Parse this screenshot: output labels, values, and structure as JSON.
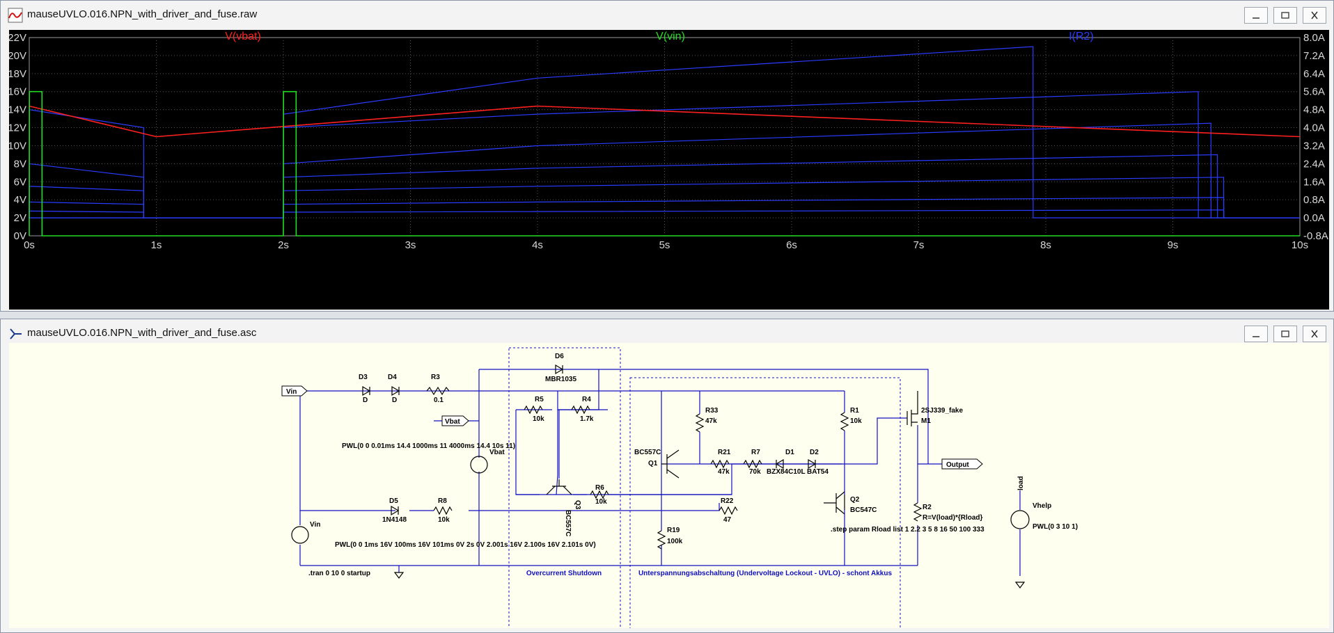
{
  "windows": {
    "waveform": {
      "title": "mauseUVLO.016.NPN_with_driver_and_fuse.raw"
    },
    "schematic": {
      "title": "mauseUVLO.016.NPN_with_driver_and_fuse.asc"
    }
  },
  "traces": [
    {
      "name": "V(vbat)",
      "color": "#ff2020"
    },
    {
      "name": "V(vin)",
      "color": "#22dd22"
    },
    {
      "name": "I(R2)",
      "color": "#2a3cff"
    }
  ],
  "colors": {
    "plot_bg": "#000000",
    "schematic_bg": "#fffff0",
    "wire": "#1010c0"
  },
  "chart_data": {
    "type": "line",
    "x_ticks": [
      "0s",
      "1s",
      "2s",
      "3s",
      "4s",
      "5s",
      "6s",
      "7s",
      "8s",
      "9s",
      "10s"
    ],
    "y_left_ticks": [
      "22V",
      "20V",
      "18V",
      "16V",
      "14V",
      "12V",
      "10V",
      "8V",
      "6V",
      "4V",
      "2V",
      "0V"
    ],
    "y_right_ticks": [
      "8.0A",
      "7.2A",
      "6.4A",
      "5.6A",
      "4.8A",
      "4.0A",
      "3.2A",
      "2.4A",
      "1.6A",
      "0.8A",
      "0.0A",
      "-0.8A"
    ],
    "xlim": [
      0,
      10
    ],
    "ylim_left": [
      0,
      22
    ],
    "ylim_right": [
      -0.8,
      8.0
    ],
    "grid": true,
    "series": [
      {
        "name": "V(vbat)",
        "axis": "left",
        "x": [
          0,
          1,
          4,
          10
        ],
        "y": [
          14.4,
          11,
          14.4,
          11
        ]
      },
      {
        "name": "V(vin)",
        "axis": "left",
        "x": [
          0,
          0.001,
          0.1,
          0.101,
          2,
          2.001,
          2.1,
          2.101,
          10
        ],
        "y": [
          0,
          16,
          16,
          0,
          0,
          16,
          16,
          0,
          0
        ]
      },
      {
        "name": "I(R2) Rload=1",
        "axis": "right",
        "x": [
          0,
          2,
          2.001,
          4,
          7.9,
          7.901,
          10
        ],
        "y": [
          0,
          0,
          4.6,
          6.2,
          7.6,
          0,
          0
        ]
      },
      {
        "name": "I(R2) Rload=2.2",
        "axis": "right",
        "x": [
          0,
          0.001,
          0.9,
          0.901,
          2,
          2.001,
          4,
          9.2,
          9.201,
          10
        ],
        "y": [
          0,
          4.8,
          4.0,
          0,
          0,
          4.0,
          4.6,
          5.6,
          0,
          0
        ]
      },
      {
        "name": "I(R2) Rload=3",
        "axis": "right",
        "x": [
          0,
          2,
          2.001,
          4,
          9.3,
          9.301,
          10
        ],
        "y": [
          0,
          0,
          2.4,
          3.2,
          4.2,
          0,
          0
        ]
      },
      {
        "name": "I(R2) Rload=5",
        "axis": "right",
        "x": [
          0,
          0.001,
          0.9,
          0.901,
          2,
          2.001,
          4,
          9.35,
          9.351,
          10
        ],
        "y": [
          0,
          2.4,
          1.8,
          0,
          0,
          1.8,
          2.2,
          2.8,
          0,
          0
        ]
      },
      {
        "name": "I(R2) Rload=8",
        "axis": "right",
        "x": [
          0,
          0.001,
          0.9,
          0.901,
          2,
          2.001,
          4,
          9.4,
          9.401,
          10
        ],
        "y": [
          0,
          1.4,
          1.2,
          0,
          0,
          1.2,
          1.4,
          1.8,
          0,
          0
        ]
      },
      {
        "name": "I(R2) Rload=16",
        "axis": "right",
        "x": [
          0,
          0.001,
          0.9,
          0.901,
          2,
          2.001,
          4,
          9.4,
          9.401,
          10
        ],
        "y": [
          0,
          0.7,
          0.6,
          0,
          0,
          0.6,
          0.7,
          0.9,
          0,
          0
        ]
      },
      {
        "name": "I(R2) Rload=50",
        "axis": "right",
        "x": [
          0,
          0.001,
          0.9,
          0.901,
          2,
          2.001,
          9.4,
          9.401,
          10
        ],
        "y": [
          0,
          0.3,
          0.25,
          0,
          0,
          0.25,
          0.35,
          0,
          0
        ]
      }
    ]
  },
  "schematic": {
    "ports": {
      "vin": "Vin",
      "vbat": "Vbat",
      "output": "Output",
      "load": "load"
    },
    "labels": [
      {
        "id": "d3",
        "text": "D3"
      },
      {
        "id": "d3v",
        "text": "D"
      },
      {
        "id": "d4",
        "text": "D4"
      },
      {
        "id": "d4v",
        "text": "D"
      },
      {
        "id": "r3",
        "text": "R3"
      },
      {
        "id": "r3v",
        "text": "0.1"
      },
      {
        "id": "d6",
        "text": "D6"
      },
      {
        "id": "d6v",
        "text": "MBR1035"
      },
      {
        "id": "r5",
        "text": "R5"
      },
      {
        "id": "r5v",
        "text": "10k"
      },
      {
        "id": "r4",
        "text": "R4"
      },
      {
        "id": "r4v",
        "text": "1.7k"
      },
      {
        "id": "r33",
        "text": "R33"
      },
      {
        "id": "r33v",
        "text": "47k"
      },
      {
        "id": "r1",
        "text": "R1"
      },
      {
        "id": "r1v",
        "text": "10k"
      },
      {
        "id": "m1m",
        "text": "2SJ339_fake"
      },
      {
        "id": "m1",
        "text": "M1"
      },
      {
        "id": "q1m",
        "text": "BC557C"
      },
      {
        "id": "q1",
        "text": "Q1"
      },
      {
        "id": "r21",
        "text": "R21"
      },
      {
        "id": "r21v",
        "text": "47k"
      },
      {
        "id": "r7",
        "text": "R7"
      },
      {
        "id": "r7v",
        "text": "70k"
      },
      {
        "id": "d1",
        "text": "D1"
      },
      {
        "id": "d1v",
        "text": "BZX84C10L"
      },
      {
        "id": "d2",
        "text": "D2"
      },
      {
        "id": "d2v",
        "text": "BAT54"
      },
      {
        "id": "vbatsrc",
        "text": "Vbat"
      },
      {
        "id": "r6",
        "text": "R6"
      },
      {
        "id": "r6v",
        "text": "10k"
      },
      {
        "id": "d5",
        "text": "D5"
      },
      {
        "id": "d5v",
        "text": "1N4148"
      },
      {
        "id": "r8",
        "text": "R8"
      },
      {
        "id": "r8v",
        "text": "10k"
      },
      {
        "id": "r22",
        "text": "R22"
      },
      {
        "id": "r22v",
        "text": "47"
      },
      {
        "id": "q2",
        "text": "Q2"
      },
      {
        "id": "q2m",
        "text": "BC547C"
      },
      {
        "id": "r2",
        "text": "R2"
      },
      {
        "id": "r2v",
        "text": "R=V(load)*{Rload}"
      },
      {
        "id": "vhelp",
        "text": "Vhelp"
      },
      {
        "id": "vhelpv",
        "text": "PWL(0 3 10 1)"
      },
      {
        "id": "vinsrc",
        "text": "Vin"
      },
      {
        "id": "r19",
        "text": "R19"
      },
      {
        "id": "r19v",
        "text": "100k"
      },
      {
        "id": "q3m",
        "text": "BC557C"
      },
      {
        "id": "q3",
        "text": "Q3"
      }
    ],
    "directives": {
      "pwl_vbat": "PWL(0 0 0.01ms 14.4 1000ms 11 4000ms 14.4 10s 11)",
      "pwl_vin": "PWL(0 0 1ms 16V 100ms 16V 101ms 0V 2s 0V 2.001s 16V 2.100s 16V 2.101s 0V)",
      "tran": ".tran 0 10 0 startup",
      "step": ".step param Rload list 1 2.2 3 5 8 16 50 100 333"
    },
    "boxes": {
      "overcurrent": "Overcurrent Shutdown",
      "uvlo": "Unterspannungsabschaltung (Undervoltage Lockout - UVLO) - schont Akkus"
    }
  }
}
